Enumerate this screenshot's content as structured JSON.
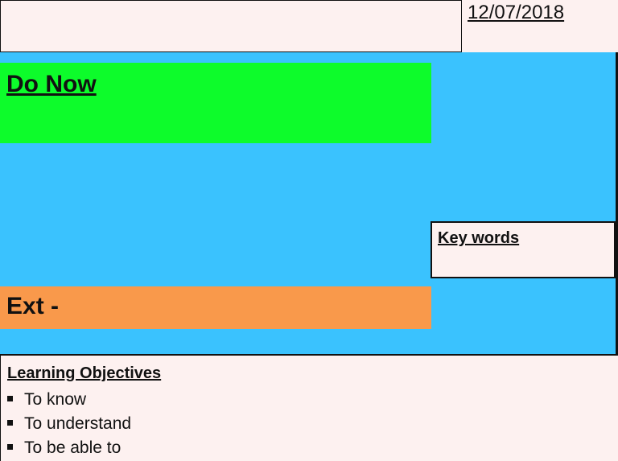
{
  "header": {
    "date": "12/07/2018"
  },
  "do_now": {
    "title": "Do Now"
  },
  "key_words": {
    "title": "Key words"
  },
  "extension": {
    "title": "Ext -"
  },
  "learning_objectives": {
    "title": "Learning Objectives",
    "items": [
      "To know",
      "To understand",
      "To be able to"
    ]
  },
  "colors": {
    "background": "#3ac2fe",
    "do_now": "#0dfc2b",
    "extension": "#f9994b",
    "panel": "#fdf1f0"
  }
}
